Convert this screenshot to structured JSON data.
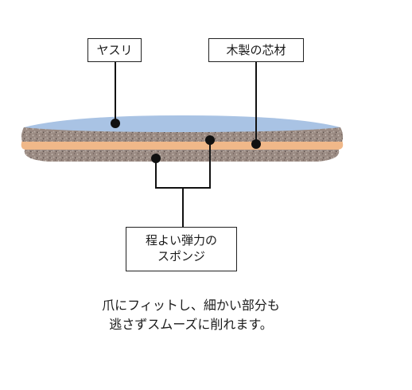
{
  "labels": {
    "file": "ヤスリ",
    "core": "木製の芯材",
    "sponge_line1": "程よい弾力の",
    "sponge_line2": "スポンジ"
  },
  "caption": {
    "line1": "爪にフィットし、細かい部分も",
    "line2": "逃さずスムーズに削れます。"
  },
  "colors": {
    "file_surface": "#a9c3e4",
    "sponge": "#9c8b83",
    "core": "#f0b889",
    "leader": "#111111"
  }
}
